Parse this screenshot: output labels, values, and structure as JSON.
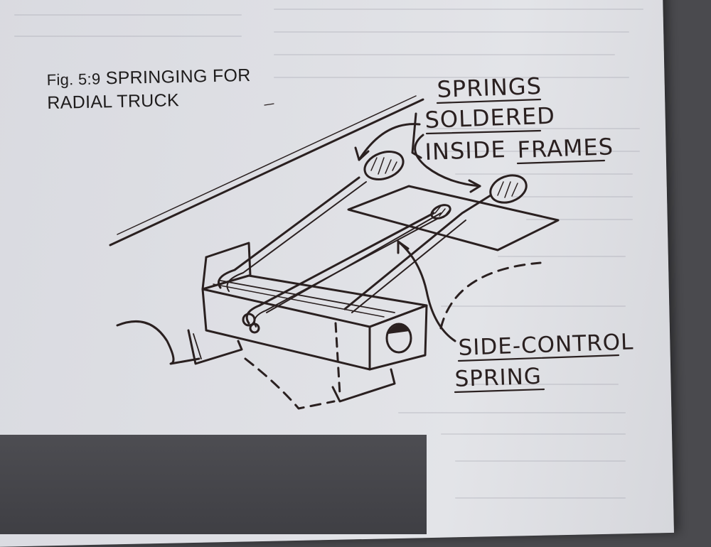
{
  "figure": {
    "caption_line1_prefix": "Fig. 5:9",
    "caption_line1_rest": "SPRINGING FOR",
    "caption_line2": "RADIAL TRUCK"
  },
  "labels": {
    "springs_line1": "SPRINGS",
    "springs_line2": "SOLDERED",
    "springs_line3_a": "INSIDE",
    "springs_line3_b": "FRAMES",
    "side_control_line1": "SIDE-CONTROL",
    "side_control_line2": "SPRING"
  },
  "colors": {
    "ink": "#2a2020",
    "paper": "#dedfe4",
    "background": "#4a4a4e"
  }
}
